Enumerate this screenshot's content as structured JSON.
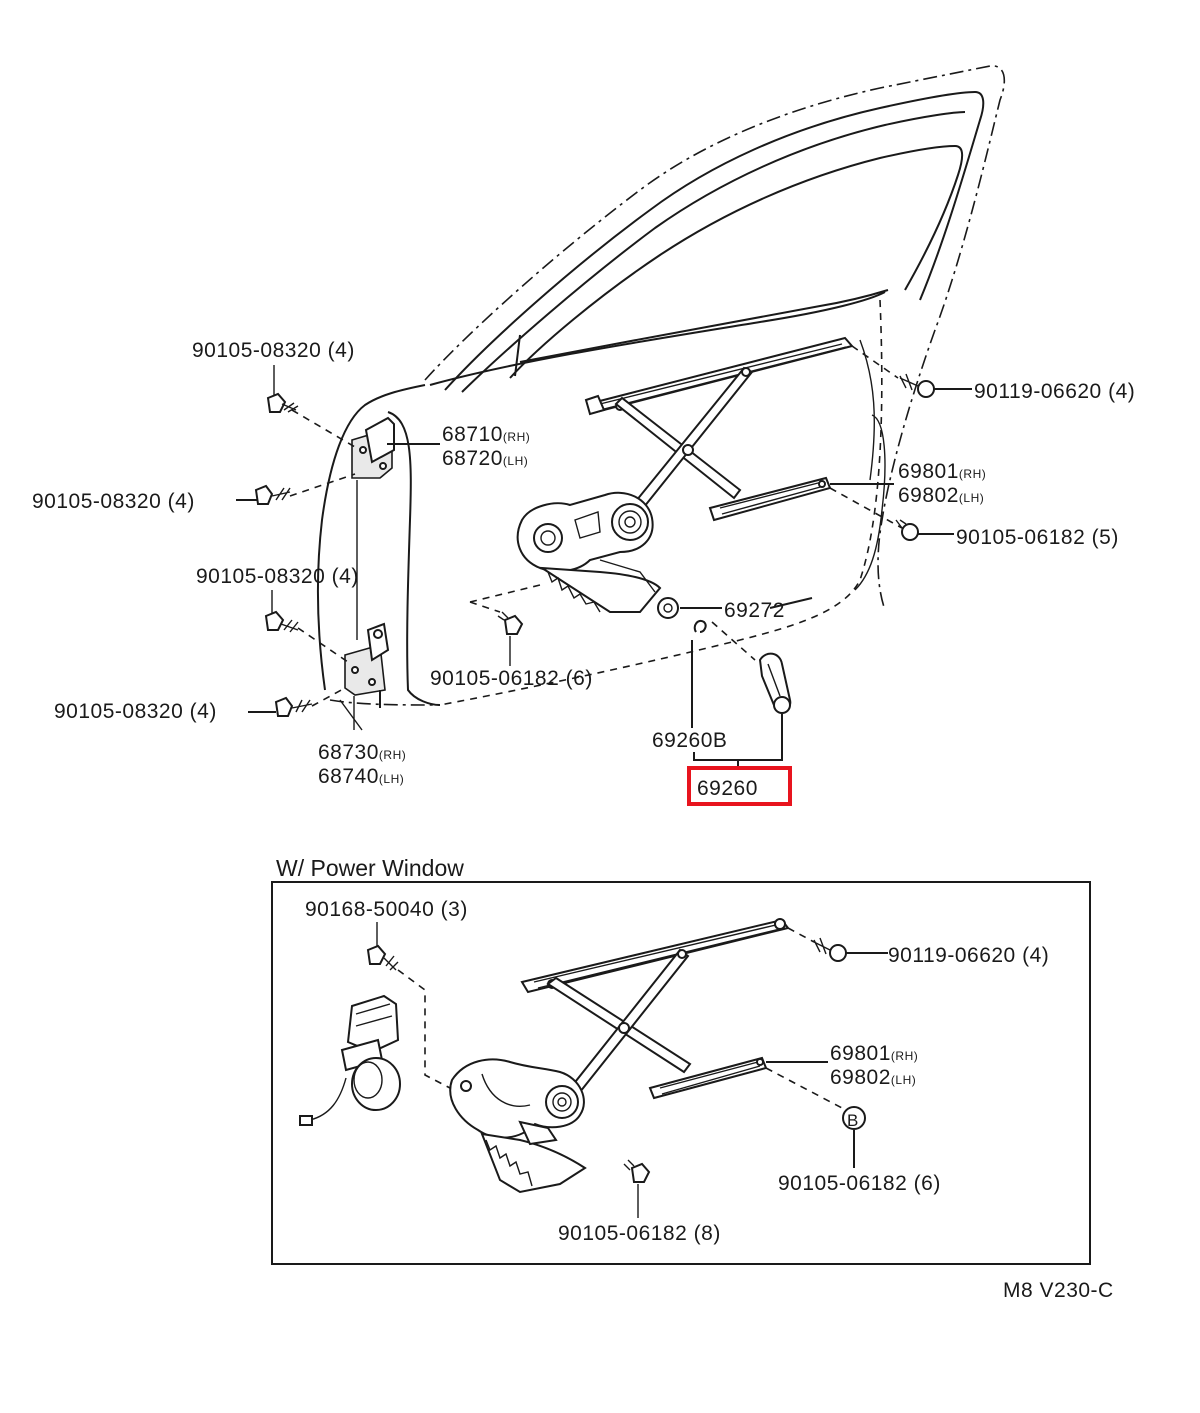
{
  "diagram_code": "M8 V230-C",
  "highlight_color": "#e8141e",
  "main": {
    "parts": [
      {
        "id": "hinge-upper-bolt-top",
        "number": "90105-08320",
        "qty": "(4)"
      },
      {
        "id": "hinge-upper-bolt-side",
        "number": "90105-08320",
        "qty": "(4)"
      },
      {
        "id": "hinge-lower-bolt-top",
        "number": "90105-08320",
        "qty": "(4)"
      },
      {
        "id": "hinge-lower-bolt-side",
        "number": "90105-08320",
        "qty": "(4)"
      },
      {
        "id": "upper-hinge",
        "number": "68710",
        "suffix": "(RH)",
        "number2": "68720",
        "suffix2": "(LH)"
      },
      {
        "id": "lower-hinge",
        "number": "68730",
        "suffix": "(RH)",
        "number2": "68740",
        "suffix2": "(LH)"
      },
      {
        "id": "channel-bolt",
        "number": "90119-06620",
        "qty": "(4)"
      },
      {
        "id": "regulator-channel",
        "number": "69801",
        "suffix": "(RH)",
        "number2": "69802",
        "suffix2": "(LH)"
      },
      {
        "id": "regulator-bolt-right",
        "number": "90105-06182",
        "qty": "(5)"
      },
      {
        "id": "regulator-bolt-lower",
        "number": "90105-06182",
        "qty": "(6)"
      },
      {
        "id": "handle-escutcheon",
        "number": "69272"
      },
      {
        "id": "handle-clip",
        "number": "69260B"
      },
      {
        "id": "window-handle-assy",
        "number": "69260",
        "highlighted": true
      }
    ]
  },
  "power_window": {
    "title": "W/ Power Window",
    "parts": [
      {
        "id": "motor-bolt",
        "number": "90168-50040",
        "qty": "(3)"
      },
      {
        "id": "channel-bolt",
        "number": "90119-06620",
        "qty": "(4)"
      },
      {
        "id": "regulator-channel",
        "number": "69801",
        "suffix": "(RH)",
        "number2": "69802",
        "suffix2": "(LH)"
      },
      {
        "id": "reference-mark",
        "number": "B"
      },
      {
        "id": "regulator-bolt-b",
        "number": "90105-06182",
        "qty": "(6)"
      },
      {
        "id": "regulator-bolt-lower",
        "number": "90105-06182",
        "qty": "(8)"
      }
    ]
  }
}
